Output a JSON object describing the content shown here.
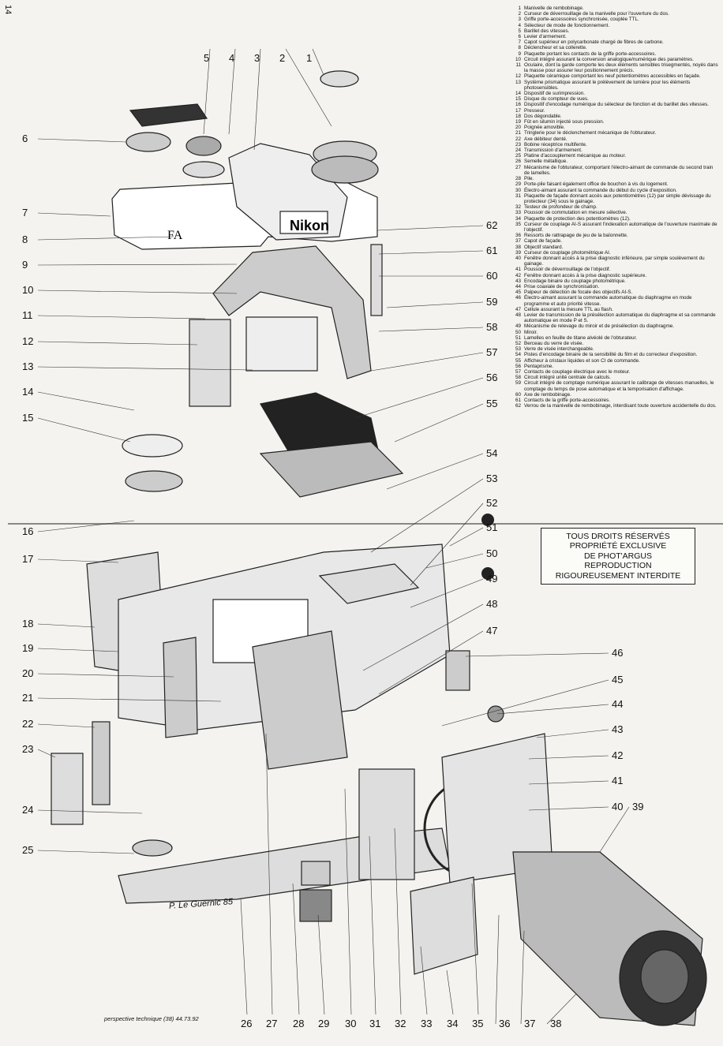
{
  "page_number": "14",
  "callout_numbers": [
    "1",
    "2",
    "3",
    "4",
    "5",
    "6",
    "7",
    "8",
    "9",
    "10",
    "11",
    "12",
    "13",
    "14",
    "15",
    "16",
    "17",
    "18",
    "19",
    "20",
    "21",
    "22",
    "23",
    "24",
    "25",
    "26",
    "27",
    "28",
    "29",
    "30",
    "31",
    "32",
    "33",
    "34",
    "35",
    "36",
    "37",
    "38",
    "39",
    "40",
    "41",
    "42",
    "43",
    "44",
    "45",
    "46",
    "47",
    "48",
    "49",
    "50",
    "51",
    "52",
    "53",
    "54",
    "55",
    "56",
    "57",
    "58",
    "59",
    "60",
    "61",
    "62"
  ],
  "legend": [
    {
      "n": "1",
      "text": "Manivelle de rembobinage."
    },
    {
      "n": "2",
      "text": "Curseur de déverrouillage de la manivelle pour l'ouverture du dos."
    },
    {
      "n": "3",
      "text": "Griffe porte-accessoires synchronisée, couplée TTL."
    },
    {
      "n": "4",
      "text": "Sélecteur de mode de fonctionnement."
    },
    {
      "n": "5",
      "text": "Barillet des vitesses."
    },
    {
      "n": "6",
      "text": "Levier d'armement."
    },
    {
      "n": "7",
      "text": "Capot supérieur en polycarbonate chargé de fibres de carbone."
    },
    {
      "n": "8",
      "text": "Déclencheur et sa collerette."
    },
    {
      "n": "9",
      "text": "Plaquette portant les contacts de la griffe porte-accessoires."
    },
    {
      "n": "10",
      "text": "Circuit intégré assurant la conversion analogique/numérique des paramètres."
    },
    {
      "n": "11",
      "text": "Oculaire, dont la garde comporte les deux éléments sensibles trisegmentés, noyés dans la masse pour assurer leur positionnement précis."
    },
    {
      "n": "12",
      "text": "Plaquette céramique comportant les neuf potentiomètres accessibles en façade."
    },
    {
      "n": "13",
      "text": "Système prismatique assurant le prélèvement de lumière pour les éléments photosensibles."
    },
    {
      "n": "14",
      "text": "Dispositif de surimpression."
    },
    {
      "n": "15",
      "text": "Disque du compteur de vues."
    },
    {
      "n": "16",
      "text": "Dispositif d'encodage numérique du sélecteur de fonction et du barillet des vitesses."
    },
    {
      "n": "17",
      "text": "Presseur."
    },
    {
      "n": "18",
      "text": "Dos dégondable."
    },
    {
      "n": "19",
      "text": "Fût en silumin injecté sous pression."
    },
    {
      "n": "20",
      "text": "Poignée amovible."
    },
    {
      "n": "21",
      "text": "Tringlerie pour le déclenchement mécanique de l'obturateur."
    },
    {
      "n": "22",
      "text": "Axe débiteur denté."
    },
    {
      "n": "23",
      "text": "Bobine réceptrice multifente."
    },
    {
      "n": "24",
      "text": "Transmission d'armement."
    },
    {
      "n": "25",
      "text": "Platine d'accouplement mécanique au moteur."
    },
    {
      "n": "26",
      "text": "Semelle métallique."
    },
    {
      "n": "27",
      "text": "Mécanisme de l'obturateur, comportant l'électro-aimant de commande du second train de lamelles."
    },
    {
      "n": "28",
      "text": "Pile."
    },
    {
      "n": "29",
      "text": "Porte-pile faisant également office de bouchon à vis du logement."
    },
    {
      "n": "30",
      "text": "Électro-aimant assurant la commande du début du cycle d'exposition."
    },
    {
      "n": "31",
      "text": "Plaquette de façade donnant accès aux potentiomètres (12) par simple dévissage du protecteur (34) sous le gainage."
    },
    {
      "n": "32",
      "text": "Testeur de profondeur de champ."
    },
    {
      "n": "33",
      "text": "Poussoir de commutation en mesure sélective."
    },
    {
      "n": "34",
      "text": "Plaquette de protection des potentiomètres (12)."
    },
    {
      "n": "35",
      "text": "Curseur de couplage AI-S assurant l'indexation automatique de l'ouverture maximale de l'objectif."
    },
    {
      "n": "36",
      "text": "Ressorts de rattrapage de jeu de la baïonnette."
    },
    {
      "n": "37",
      "text": "Capot de façade."
    },
    {
      "n": "38",
      "text": "Objectif standard."
    },
    {
      "n": "39",
      "text": "Curseur de couplage photométrique AI."
    },
    {
      "n": "40",
      "text": "Fenêtre donnant accès à la prise diagnostic inférieure, par simple soulèvement du gainage."
    },
    {
      "n": "41",
      "text": "Poussoir de déverrouillage de l'objectif."
    },
    {
      "n": "42",
      "text": "Fenêtre donnant accès à la prise diagnostic supérieure."
    },
    {
      "n": "43",
      "text": "Encodage binaire du couplage photométrique."
    },
    {
      "n": "44",
      "text": "Prise coaxiale de synchronisation."
    },
    {
      "n": "45",
      "text": "Palpeur de détection de focale des objectifs AI-S."
    },
    {
      "n": "46",
      "text": "Électro-aimant assurant la commande automatique du diaphragme en mode programme et auto priorité vitesse."
    },
    {
      "n": "47",
      "text": "Cellule assurant la mesure TTL au flash."
    },
    {
      "n": "48",
      "text": "Levier de transmission de la présélection automatique du diaphragme et sa commande automatique en mode P et S."
    },
    {
      "n": "49",
      "text": "Mécanisme de relevage du miroir et de présélection du diaphragme."
    },
    {
      "n": "50",
      "text": "Miroir."
    },
    {
      "n": "51",
      "text": "Lamelles en feuille de titane alvéolé de l'obturateur."
    },
    {
      "n": "52",
      "text": "Berceau du verre de visée."
    },
    {
      "n": "53",
      "text": "Verre de visée interchangeable."
    },
    {
      "n": "54",
      "text": "Pistes d'encodage binaire de la sensibilité du film et du correcteur d'exposition."
    },
    {
      "n": "55",
      "text": "Afficheur à cristaux liquides et son CI de commande."
    },
    {
      "n": "56",
      "text": "Pentaprisme."
    },
    {
      "n": "57",
      "text": "Contacts de couplage électrique avec le moteur."
    },
    {
      "n": "58",
      "text": "Circuit intégré unité centrale de calculs."
    },
    {
      "n": "59",
      "text": "Circuit intégré de comptage numérique assurant le calibrage de vitesses manuelles, le comptage du temps de pose automatique et la temporisation d'affichage."
    },
    {
      "n": "60",
      "text": "Axe de rembobinage."
    },
    {
      "n": "61",
      "text": "Contacts de la griffe porte-accessoires."
    },
    {
      "n": "62",
      "text": "Verrou de la manivelle de rembobinage, interdisant toute ouverture accidentelle du dos."
    }
  ],
  "rights_notice": [
    "TOUS DROITS RÉSERVÉS",
    "PROPRIÉTÉ EXCLUSIVE",
    "DE PHOT'ARGUS",
    "REPRODUCTION",
    "RIGOUREUSEMENT INTERDITE"
  ],
  "brand_top": "Nikon",
  "model_marking": "FA",
  "signature": "P. Le Guernic 85",
  "credit": "perspective technique (38) 44.73.92"
}
